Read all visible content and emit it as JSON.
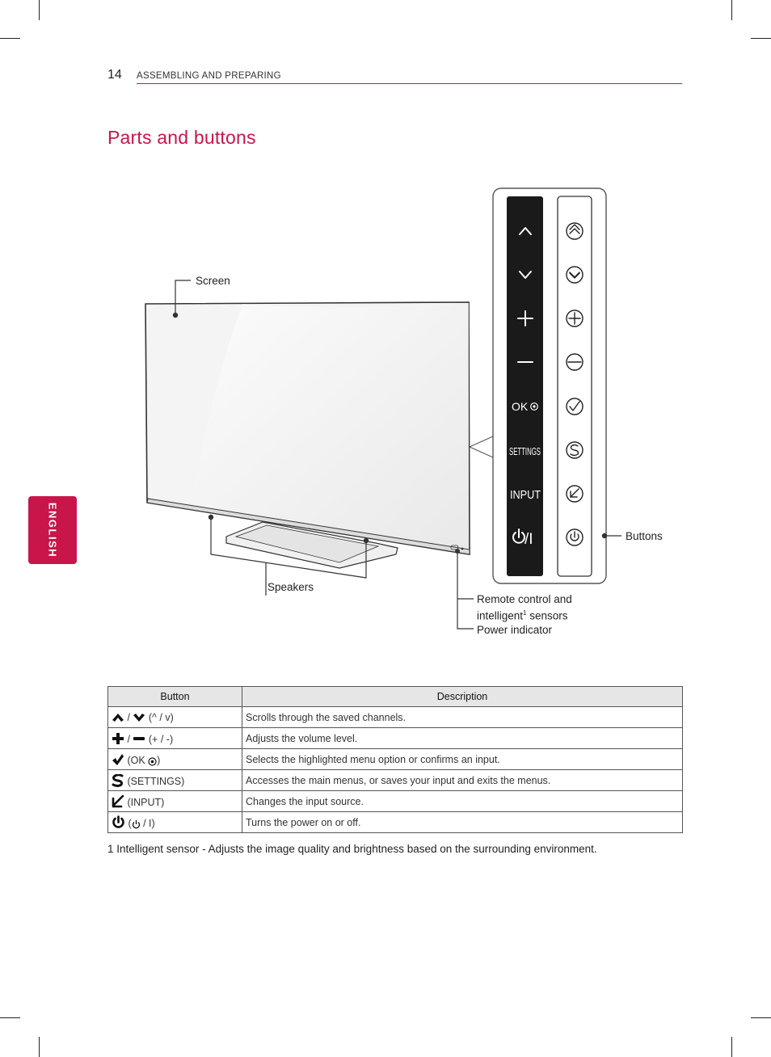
{
  "header": {
    "page_number": "14",
    "section": "ASSEMBLING AND PREPARING"
  },
  "language_tab": "ENGLISH",
  "title": "Parts and buttons",
  "diagram": {
    "labels": {
      "screen": "Screen",
      "speakers": "Speakers",
      "buttons": "Buttons",
      "sensors_line1": "Remote control and",
      "sensors_line2_a": "intelligent",
      "sensors_sup": "1",
      "sensors_line2_b": " sensors",
      "power_indicator": "Power indicator"
    },
    "panel_labels": {
      "ok": "OK",
      "settings": "SETTINGS",
      "input": "INPUT",
      "power": "/I"
    }
  },
  "table": {
    "headers": [
      "Button",
      "Description"
    ],
    "rows": [
      {
        "icon": "channel-up-down-icons",
        "label": " (^ / v)",
        "sep": " / ",
        "description": "Scrolls through the saved channels."
      },
      {
        "icon": "volume-plus-minus-icons",
        "label": " (+ / -)",
        "sep": " / ",
        "description": "Adjusts the volume level."
      },
      {
        "icon": "ok-check-icon",
        "label_a": " (OK ",
        "label_b": ")",
        "description": "Selects the highlighted menu option or confirms an input."
      },
      {
        "icon": "settings-s-icon",
        "label": " (SETTINGS)",
        "description": "Accesses the main menus, or saves your input and exits the menus."
      },
      {
        "icon": "input-arrow-icon",
        "label": " (INPUT)",
        "description": "Changes the input source."
      },
      {
        "icon": "power-icon",
        "label_a": " (",
        "label_b": " / I)",
        "description": "Turns the power on or off."
      }
    ]
  },
  "footnote": "1 Intelligent sensor - Adjusts the image quality and brightness based on the surrounding environment.",
  "colors": {
    "accent": "#c8164a",
    "panel_black": "#1a1a1a",
    "table_header_bg": "#e6e6e6"
  }
}
